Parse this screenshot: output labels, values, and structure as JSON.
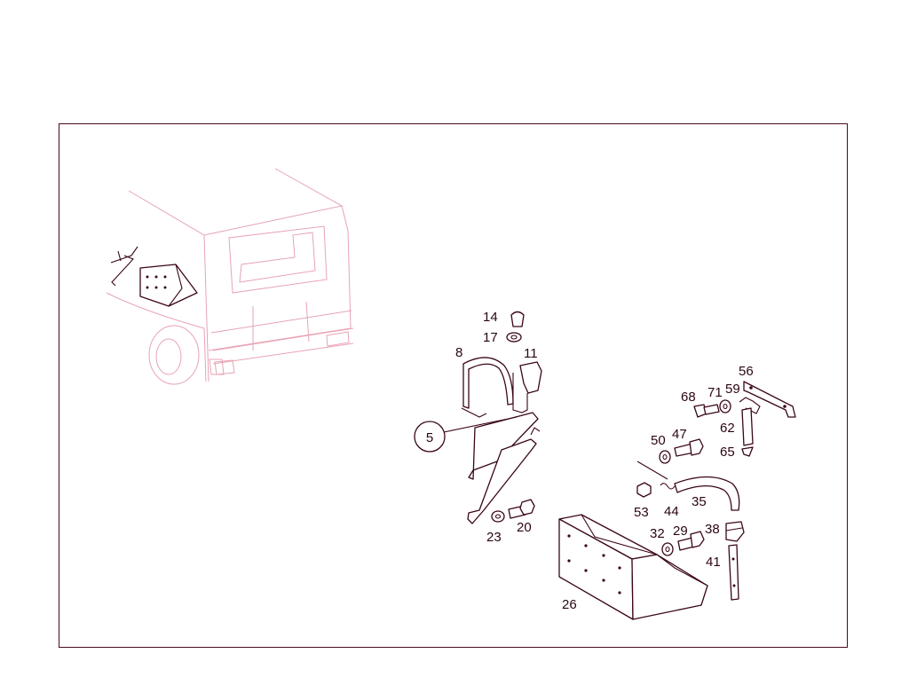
{
  "callouts": {
    "c5": "5",
    "c8": "8",
    "c11": "11",
    "c14": "14",
    "c17": "17",
    "c20": "20",
    "c23": "23",
    "c26": "26",
    "c29": "29",
    "c32": "32",
    "c35": "35",
    "c38": "38",
    "c41": "41",
    "c44": "44",
    "c47": "47",
    "c50": "50",
    "c53": "53",
    "c56": "56",
    "c59": "59",
    "c62": "62",
    "c65": "65",
    "c68": "68",
    "c71": "71"
  },
  "colors": {
    "line": "#3a0616",
    "ghost_vehicle": "#e7a3b4",
    "frame": "#4a0a1e"
  }
}
